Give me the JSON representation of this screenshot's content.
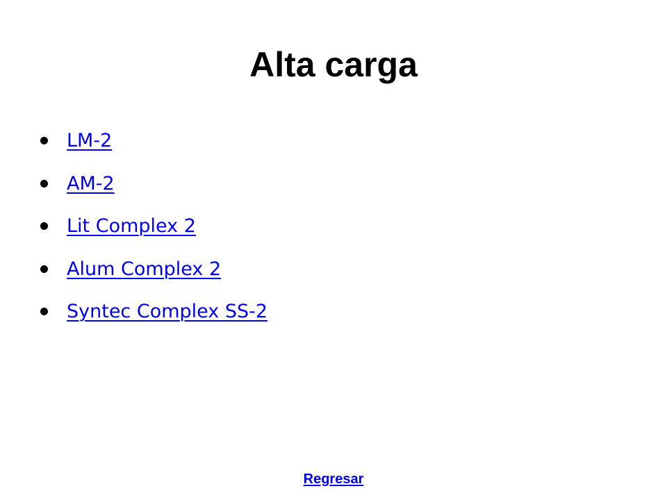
{
  "page": {
    "title": "Alta carga"
  },
  "links": [
    {
      "label": "LM-2"
    },
    {
      "label": "AM-2"
    },
    {
      "label": "Lit Complex 2"
    },
    {
      "label": "Alum Complex 2"
    },
    {
      "label": "Syntec Complex SS-2"
    }
  ],
  "footer": {
    "back_label": "Regresar"
  },
  "colors": {
    "link": "#0000ee",
    "text": "#000000",
    "background": "#ffffff"
  }
}
